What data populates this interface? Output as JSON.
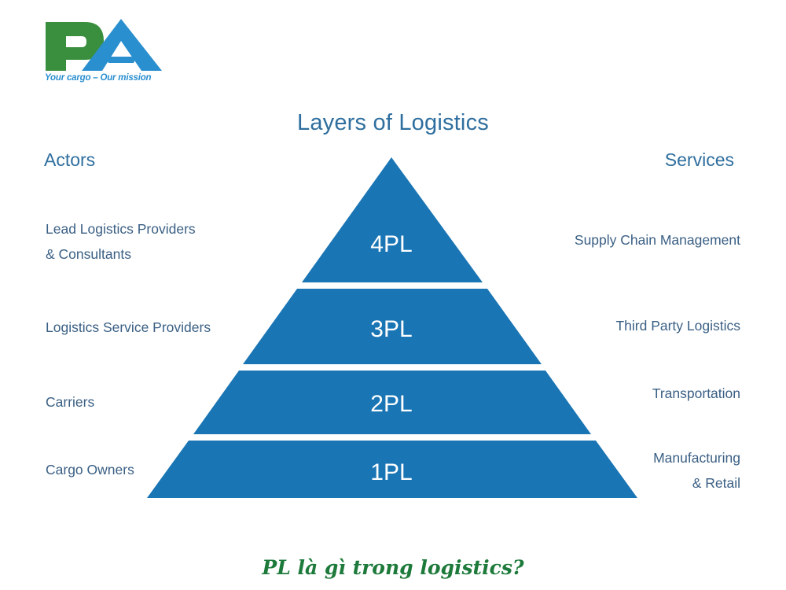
{
  "logo": {
    "letters": "PA",
    "tagline": "Your cargo – Our mission",
    "colors": {
      "green": "#3a8f3f",
      "blue": "#2a8fcf"
    }
  },
  "diagram": {
    "title": "Layers of Logistics",
    "actors_heading": "Actors",
    "services_heading": "Services",
    "fill_color": "#1a75b5",
    "layers": [
      {
        "label": "4PL",
        "actor": [
          "Lead Logistics Providers",
          "& Consultants"
        ],
        "service": [
          "Supply Chain Management"
        ]
      },
      {
        "label": "3PL",
        "actor": [
          "Logistics Service Providers"
        ],
        "service": [
          "Third Party Logistics"
        ]
      },
      {
        "label": "2PL",
        "actor": [
          "Carriers"
        ],
        "service": [
          "Transportation"
        ]
      },
      {
        "label": "1PL",
        "actor": [
          "Cargo Owners"
        ],
        "service": [
          "Manufacturing",
          "& Retail"
        ]
      }
    ]
  },
  "caption": "PL là gì trong logistics?"
}
